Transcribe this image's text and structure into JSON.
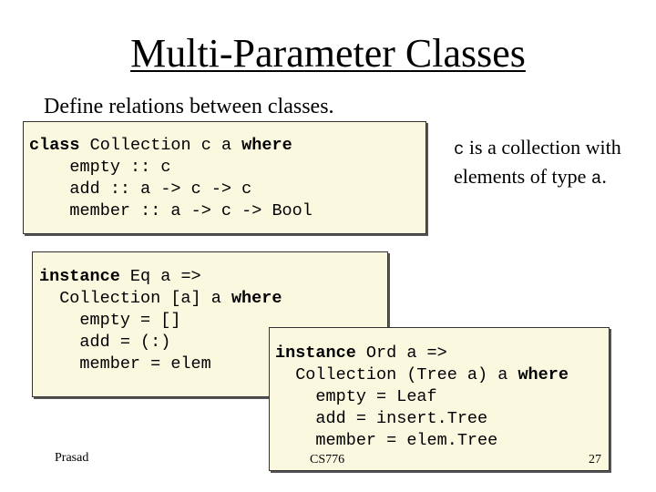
{
  "slide": {
    "title": "Multi-Parameter Classes",
    "subtitle": "Define relations between classes."
  },
  "class_decl": {
    "kw_class": "class",
    "head": " Collection c a ",
    "kw_where": "where",
    "line1": "    empty :: c",
    "line2": "    add :: a -> c -> c",
    "line3": "    member :: a -> c -> Bool"
  },
  "note": {
    "var_c": "c",
    "text1": " is a collection with elements of type ",
    "var_a": "a",
    "text2": "."
  },
  "instance_eq": {
    "kw_instance": "instance",
    "head": " Eq a =>",
    "line1_pre": "  Collection [a] a ",
    "kw_where": "where",
    "line2": "    empty = []",
    "line3": "    add = (:)",
    "line4": "    member = elem"
  },
  "instance_ord": {
    "kw_instance": "instance",
    "head": " Ord a =>",
    "line1_pre": "  Collection (Tree a) a ",
    "kw_where": "where",
    "line2": "    empty = Leaf",
    "line3": "    add = insert.Tree",
    "line4": "    member = elem.Tree"
  },
  "footer": {
    "author": "Prasad",
    "course": "CS776",
    "page": "27"
  }
}
